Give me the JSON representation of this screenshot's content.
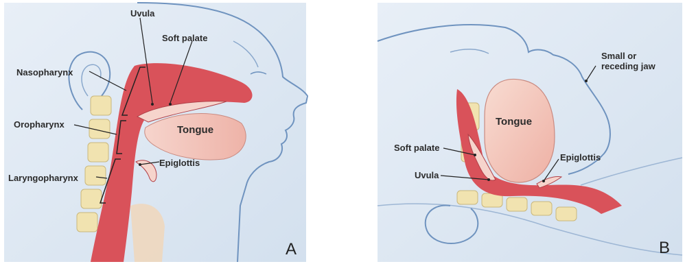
{
  "panel_a": {
    "letter": "A",
    "labels": {
      "uvula": "Uvula",
      "soft_palate": "Soft palate",
      "nasopharynx": "Nasopharynx",
      "oropharynx": "Oropharynx",
      "tongue": "Tongue",
      "epiglottis": "Epiglottis",
      "laryngopharynx": "Laryngopharynx"
    }
  },
  "panel_b": {
    "letter": "B",
    "labels": {
      "small_jaw": "Small or receding jaw",
      "tongue": "Tongue",
      "soft_palate": "Soft palate",
      "epiglottis": "Epiglottis",
      "uvula": "Uvula"
    }
  },
  "colors": {
    "background_wash": "#dbe6f1",
    "outline": "#6f93bf",
    "airway_red": "#d9525a",
    "tissue_pink": "#f2c6bd",
    "bone_cream": "#f1e3b0"
  }
}
